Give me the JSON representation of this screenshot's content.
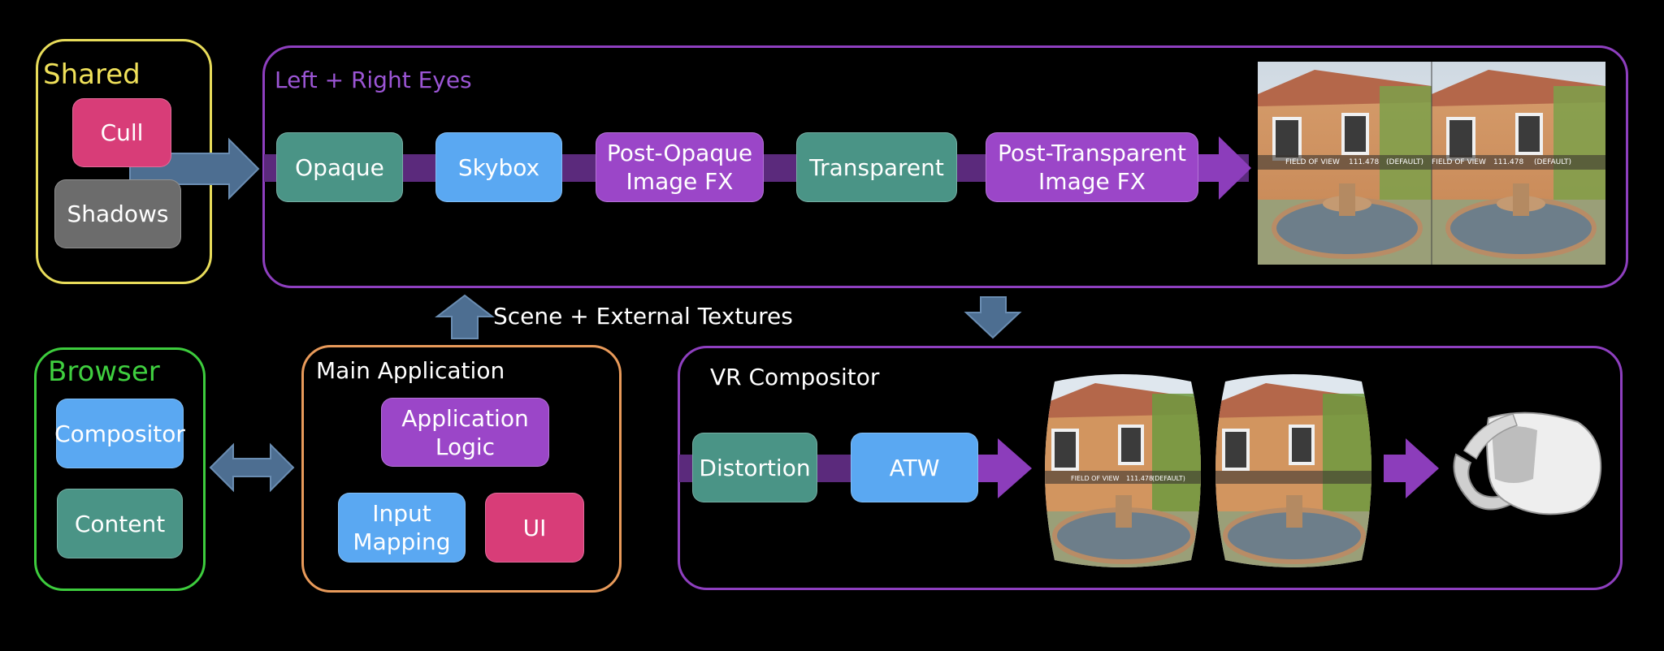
{
  "shared": {
    "title": "Shared",
    "cull": "Cull",
    "shadows": "Shadows"
  },
  "eyes": {
    "title": "Left + Right Eyes",
    "stages": [
      "Opaque",
      "Skybox",
      "Post-Opaque\nImage FX",
      "Transparent",
      "Post-Transparent\nImage FX"
    ],
    "preview_left": {
      "hud_a": "FIELD OF VIEW",
      "hud_b": "111.478",
      "hud_c": "(DEFAULT)"
    },
    "preview_right": {
      "hud_a": "FIELD OF VIEW",
      "hud_b": "111.478",
      "hud_c": "(DEFAULT)"
    }
  },
  "textures_label": "Scene + External Textures",
  "browser": {
    "title": "Browser",
    "compositor": "Compositor",
    "content": "Content"
  },
  "main_app": {
    "title": "Main Application",
    "logic": "Application\nLogic",
    "input": "Input\nMapping",
    "ui": "UI"
  },
  "vr": {
    "title": "VR Compositor",
    "distortion": "Distortion",
    "atw": "ATW",
    "distorted_hud": {
      "hud_a": "FIELD OF VIEW",
      "hud_b": "111.478",
      "hud_c": "(DEFAULT)"
    }
  },
  "colors": {
    "shared_border": "#e8dc5a",
    "eyes_border": "#8e3fbf",
    "browser_border": "#3dcc3d",
    "main_border": "#e89a5a",
    "vr_border": "#8e3fbf",
    "shared_title": "#f0e15a",
    "eyes_title": "#9b55d4",
    "browser_title": "#3fcf3f"
  },
  "icons": [
    "arrow-right-icon",
    "arrow-up-icon",
    "arrow-down-icon",
    "double-arrow-icon",
    "vr-headset-icon"
  ]
}
